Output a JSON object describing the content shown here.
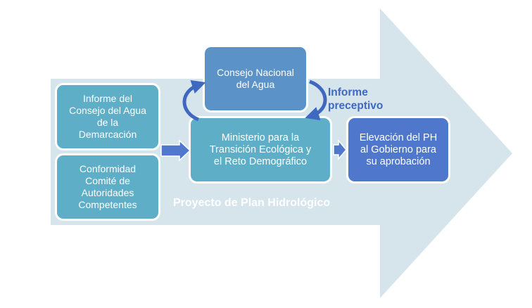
{
  "boxes": {
    "informe_consejo": "Informe del\nConsejo del Agua\nde la\nDemarcación",
    "conformidad": "Conformidad\nComité de\nAutoridades\nCompetentes",
    "consejo_nacional": "Consejo Nacional\ndel Agua",
    "ministerio": "Ministerio para la\nTransición Ecológica y\nel Reto Demográfico",
    "elevacion": "Elevación del PH\nal Gobierno para\nsu aprobación"
  },
  "labels": {
    "informe_preceptivo": "Informe\npreceptivo",
    "proyecto": "Proyecto de Plan Hidrológico"
  },
  "colors": {
    "big_arrow": "#d6e5ec",
    "teal_box": "#5eaec8",
    "mid_box": "#5b93c9",
    "blue_box": "#4f78cc",
    "connector": "#3f68c0"
  }
}
